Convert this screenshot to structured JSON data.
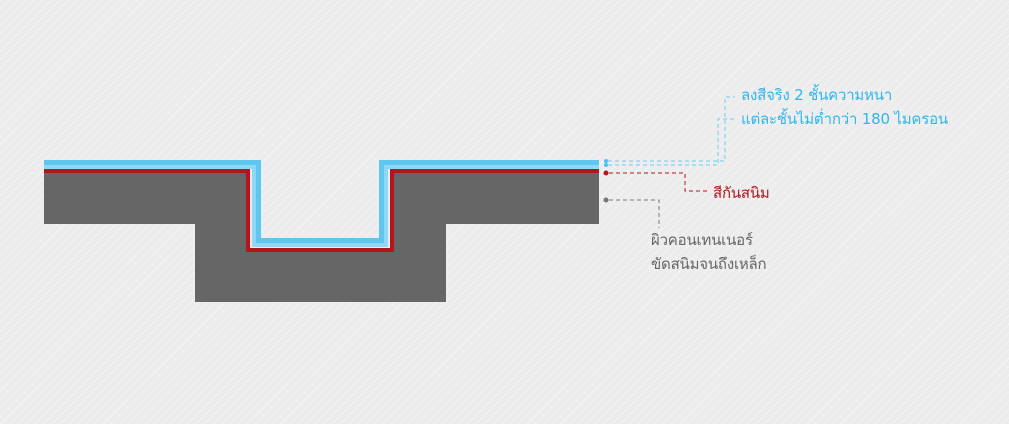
{
  "labels": {
    "paint": {
      "line1": "ลงสีจริง 2 ชั้นความหนา",
      "line2": "แต่ละชั้นไม่ต่ำกว่า 180 ไมครอน",
      "color": "#2fb6ec"
    },
    "primer": {
      "text": "สีกันสนิม",
      "color": "#b0161c"
    },
    "surface": {
      "line1": "ผิวคอนเทนเนอร์",
      "line2": "ขัดสนิมจนถึงเหล็ก",
      "color": "#666666"
    }
  },
  "colors": {
    "steel": "#666666",
    "primer": "#b0161c",
    "paint_inner": "#8fd8f6",
    "paint_outer": "#5fc6f0"
  }
}
